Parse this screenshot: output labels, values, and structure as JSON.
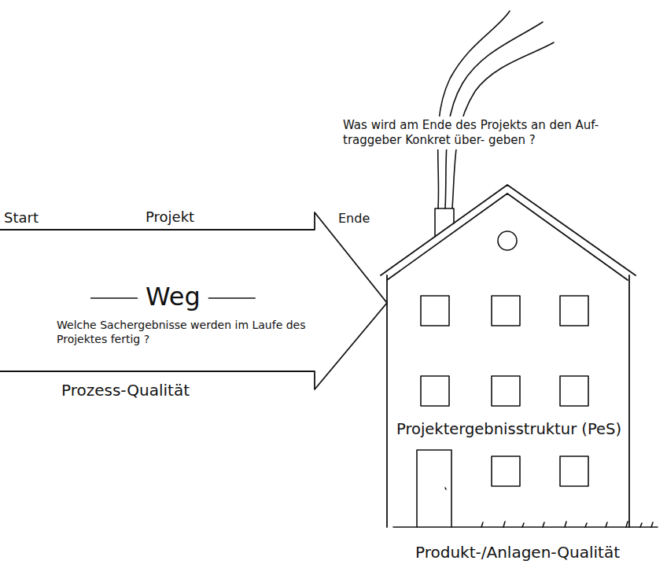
{
  "diagram": {
    "nodes": [
      {
        "text": [
          "Weg",
          "Welche Sachergebnisse werden im Laufe des Projektes fertig ?"
        ]
      },
      {
        "text": [
          "Projektergebnisstruktur (PeS)"
        ]
      }
    ],
    "labels": [
      "Was wird am Ende des Projekts an den Auf- traggeber Konkret über- geben ?",
      "Start",
      "Projekt",
      "Ende",
      "Prozess-Qualität",
      "Produkt-/Anlagen-Qualität"
    ]
  }
}
